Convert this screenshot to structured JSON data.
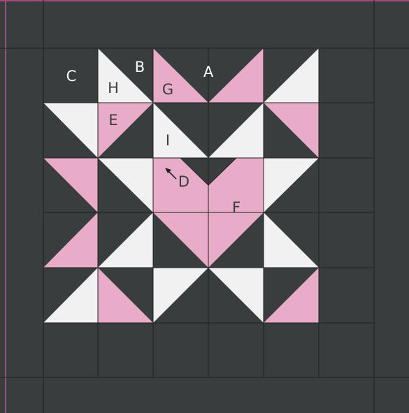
{
  "colors": {
    "background": "#3a3d3e",
    "border": "#a8487f",
    "light": "#f1f1f1",
    "pink": "#e9acc8",
    "seam": "#1e2020",
    "label_light": "#ffffff",
    "label_dark": "#3a3d3e"
  },
  "labels": {
    "A": "A",
    "B": "B",
    "C": "C",
    "D": "D",
    "E": "E",
    "F": "F",
    "G": "G",
    "H": "H",
    "I": "I"
  }
}
